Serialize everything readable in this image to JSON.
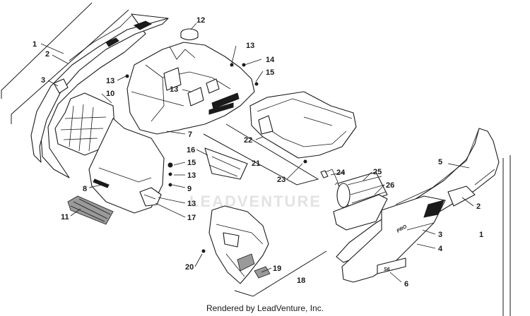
{
  "watermark": "LEADVENTURE",
  "footer": "Rendered by LeadVenture, Inc.",
  "decals": {
    "side_model": "PRO",
    "side_badge": "S6"
  },
  "callouts": [
    "1",
    "2",
    "3",
    "10",
    "13",
    "12",
    "13",
    "14",
    "15",
    "13",
    "7",
    "22",
    "16",
    "21",
    "15",
    "13",
    "23",
    "24",
    "25",
    "26",
    "8",
    "9",
    "13",
    "11",
    "17",
    "5",
    "2",
    "1",
    "3",
    "4",
    "6",
    "20",
    "19",
    "18"
  ]
}
